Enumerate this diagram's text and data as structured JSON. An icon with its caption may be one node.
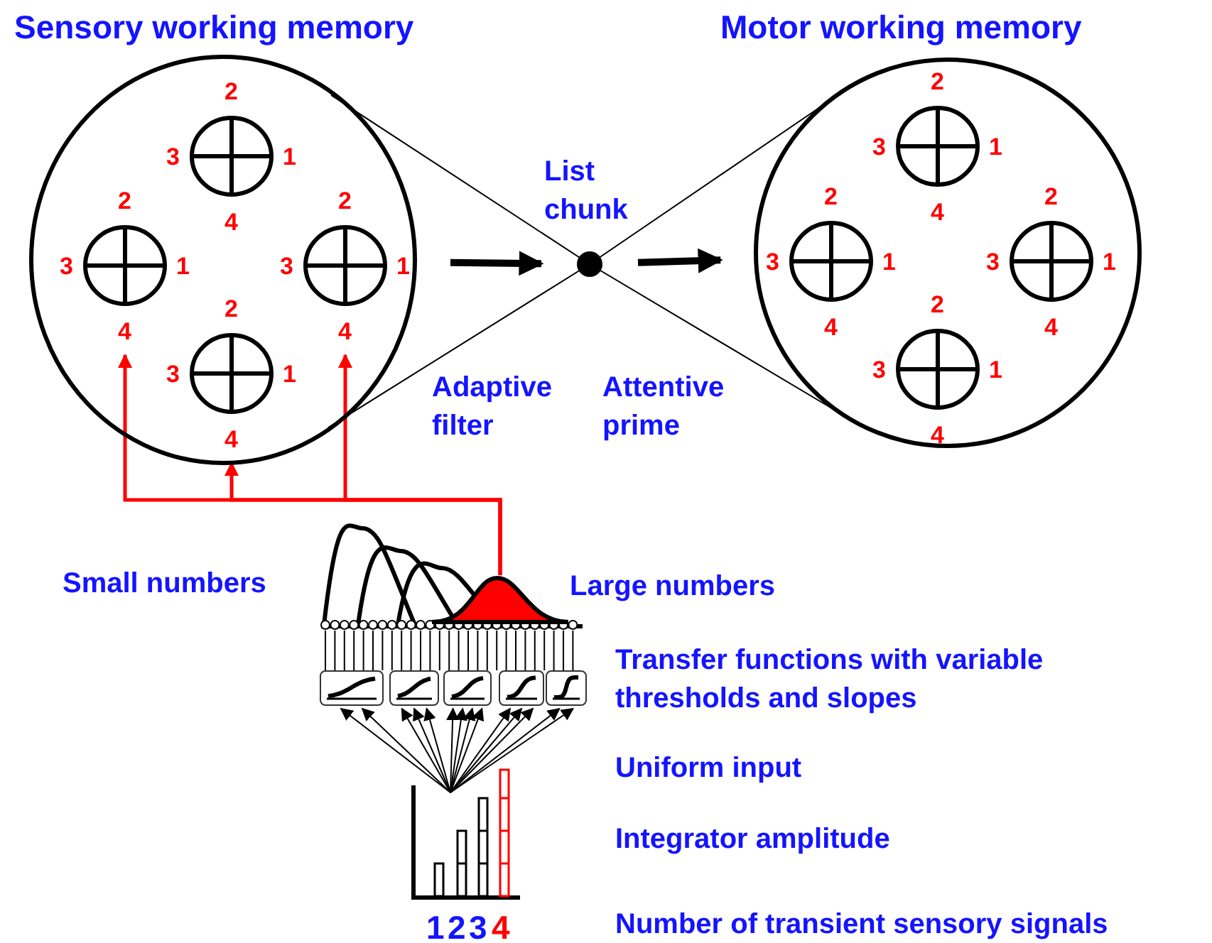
{
  "diagram": {
    "nodes": [
      {
        "text": [
          "Sensory working memory"
        ]
      },
      {
        "text": [],
        "shape": "circle",
        "in": 0,
        "beside": [
          "2",
          "3",
          "1",
          "4"
        ]
      },
      {
        "text": [],
        "shape": "circle",
        "in": 0,
        "beside": [
          "2",
          "3",
          "1",
          "4"
        ]
      },
      {
        "text": [],
        "shape": "circle",
        "in": 0,
        "beside": [
          "2",
          "3",
          "1",
          "4"
        ]
      },
      {
        "text": [],
        "shape": "circle",
        "in": 0,
        "beside": [
          "2",
          "3",
          "1",
          "4"
        ]
      },
      {
        "text": [
          "Motor working memory"
        ]
      },
      {
        "text": [],
        "shape": "circle",
        "in": 5,
        "beside": [
          "2",
          "3",
          "1",
          "4"
        ]
      },
      {
        "text": [],
        "shape": "circle",
        "in": 5,
        "beside": [
          "2",
          "3",
          "1",
          "4"
        ]
      },
      {
        "text": [],
        "shape": "circle",
        "in": 5,
        "beside": [
          "2",
          "3",
          "1",
          "4"
        ]
      },
      {
        "text": [],
        "shape": "circle",
        "in": 5,
        "beside": [
          "2",
          "3",
          "1",
          "4"
        ]
      },
      {
        "text": [
          "List chunk"
        ]
      },
      {
        "text": [],
        "shape": "bump"
      },
      {
        "text": [],
        "shape": "box"
      },
      {
        "text": [],
        "shape": "box"
      },
      {
        "text": [],
        "shape": "box"
      },
      {
        "text": [],
        "shape": "box"
      },
      {
        "text": [],
        "shape": "box"
      }
    ],
    "edges": [
      {
        "from": 0,
        "to": 10,
        "arrow": "to",
        "style": "thick"
      },
      {
        "from": 10,
        "to": 5,
        "arrow": "to",
        "style": "thick"
      },
      {
        "from": 0,
        "to": 10,
        "arrow": "none",
        "label": "Adaptive filter"
      },
      {
        "from": 10,
        "to": 5,
        "arrow": "none",
        "label": "Attentive prime"
      },
      {
        "from": 11,
        "to": 2,
        "arrow": "to",
        "style": "thick",
        "color": "#ff0000"
      },
      {
        "from": 11,
        "to": 4,
        "arrow": "to",
        "style": "thick",
        "color": "#ff0000"
      },
      {
        "from": 11,
        "to": 3,
        "arrow": "to",
        "style": "thick",
        "color": "#ff0000"
      },
      {
        "from": null,
        "to": 12,
        "arrow": "to"
      },
      {
        "from": null,
        "to": 12,
        "arrow": "to"
      },
      {
        "from": null,
        "to": 13,
        "arrow": "to"
      },
      {
        "from": null,
        "to": 13,
        "arrow": "to"
      },
      {
        "from": null,
        "to": 13,
        "arrow": "to"
      },
      {
        "from": null,
        "to": 14,
        "arrow": "to"
      },
      {
        "from": null,
        "to": 14,
        "arrow": "to"
      },
      {
        "from": null,
        "to": 14,
        "arrow": "to"
      },
      {
        "from": null,
        "to": 14,
        "arrow": "to"
      },
      {
        "from": null,
        "to": 15,
        "arrow": "to"
      },
      {
        "from": null,
        "to": 15,
        "arrow": "to"
      },
      {
        "from": null,
        "to": 15,
        "arrow": "to"
      },
      {
        "from": null,
        "to": 16,
        "arrow": "to"
      },
      {
        "from": null,
        "to": 16,
        "arrow": "to"
      }
    ],
    "labels": [
      "Small numbers",
      "Large numbers",
      "Transfer functions with variable thresholds and slopes",
      "Uniform input",
      "Integrator amplitude",
      "1",
      "2",
      "3",
      "4",
      "Number of transient sensory signals"
    ]
  }
}
